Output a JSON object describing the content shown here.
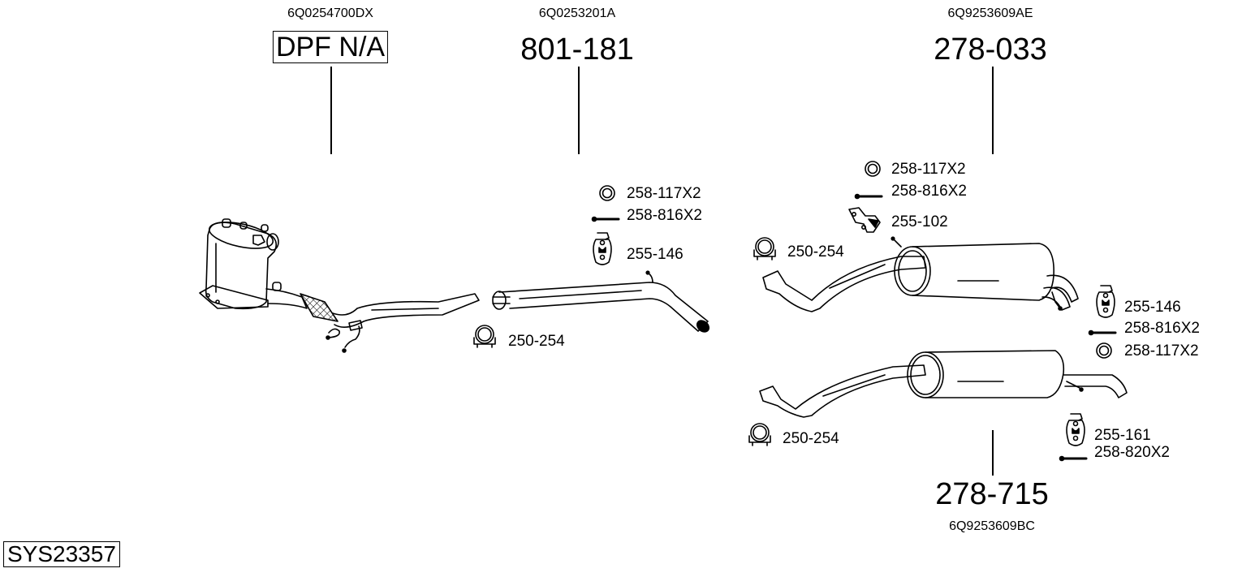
{
  "diagram": {
    "system_id": "SYS23357",
    "parts": [
      {
        "id": "dpf",
        "part_number": "DPF N/A",
        "oem": "6Q0254700DX",
        "boxed": true,
        "description": "diesel-particulate-filter"
      },
      {
        "id": "middle-pipe",
        "part_number": "801-181",
        "oem": "6Q0253201A",
        "boxed": false,
        "description": "front-pipe"
      },
      {
        "id": "rear-silencer-a",
        "part_number": "278-033",
        "oem": "6Q9253609AE",
        "boxed": false,
        "description": "rear-silencer-twin-tail"
      },
      {
        "id": "rear-silencer-b",
        "part_number": "278-715",
        "oem": "6Q9253609BC",
        "boxed": false,
        "description": "rear-silencer-single-tail"
      }
    ],
    "accessories": {
      "pipe": [
        {
          "icon": "gasket-ring-icon",
          "label": "258-117X2"
        },
        {
          "icon": "bolt-icon",
          "label": "258-816X2"
        },
        {
          "icon": "rubber-hanger-icon",
          "label": "255-146"
        },
        {
          "icon": "clamp-icon",
          "label": "250-254"
        }
      ],
      "silencer_a_front": [
        {
          "icon": "gasket-ring-icon",
          "label": "258-117X2"
        },
        {
          "icon": "bolt-icon",
          "label": "258-816X2"
        },
        {
          "icon": "bracket-icon",
          "label": "255-102"
        },
        {
          "icon": "clamp-icon",
          "label": "250-254"
        }
      ],
      "silencer_a_rear": [
        {
          "icon": "rubber-hanger-icon",
          "label": "255-146"
        },
        {
          "icon": "bolt-icon",
          "label": "258-816X2"
        },
        {
          "icon": "gasket-ring-icon",
          "label": "258-117X2"
        }
      ],
      "silencer_b": [
        {
          "icon": "clamp-icon",
          "label": "250-254"
        },
        {
          "icon": "rubber-hanger-icon",
          "label": "255-161"
        },
        {
          "icon": "bolt-icon",
          "label": "258-820X2"
        }
      ]
    }
  }
}
